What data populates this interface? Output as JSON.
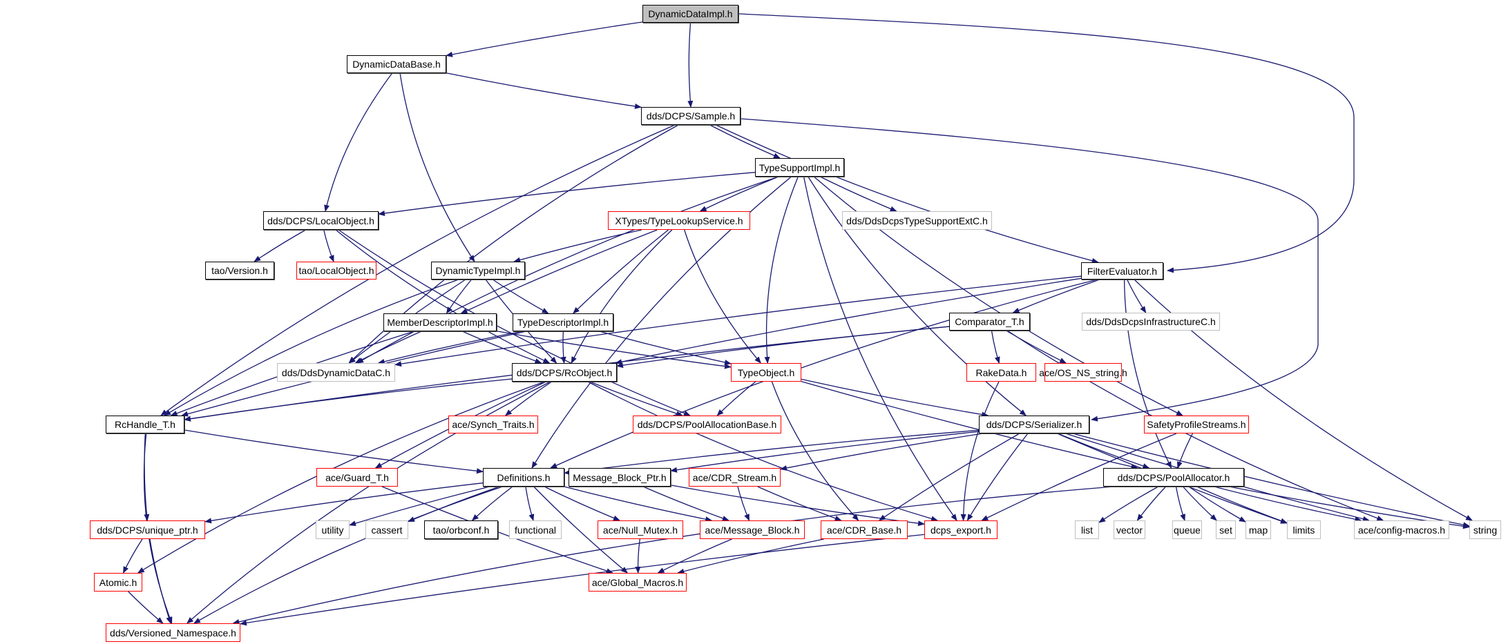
{
  "diagram": {
    "title": "DynamicDataImpl.h include dependency graph",
    "colors": {
      "edge": "#191970",
      "documented_border": "#000000",
      "undocumented_border": "#ff0000",
      "external_border": "#bfbfbf",
      "root_fill": "#bfbfbf"
    },
    "nodes": [
      {
        "id": "DynamicDataImpl",
        "label": "DynamicDataImpl.h",
        "kind": "root"
      },
      {
        "id": "DynamicDataBase",
        "label": "DynamicDataBase.h",
        "kind": "plain"
      },
      {
        "id": "Sample",
        "label": "dds/DCPS/Sample.h",
        "kind": "plain"
      },
      {
        "id": "TypeSupportImpl",
        "label": "TypeSupportImpl.h",
        "kind": "plain"
      },
      {
        "id": "LocalObject",
        "label": "dds/DCPS/LocalObject.h",
        "kind": "plain"
      },
      {
        "id": "TypeLookupService",
        "label": "XTypes/TypeLookupService.h",
        "kind": "red"
      },
      {
        "id": "TypeSupportExtC",
        "label": "dds/DdsDcpsTypeSupportExtC.h",
        "kind": "grey"
      },
      {
        "id": "TaoVersion",
        "label": "tao/Version.h",
        "kind": "plain"
      },
      {
        "id": "TaoLocalObject",
        "label": "tao/LocalObject.h",
        "kind": "red"
      },
      {
        "id": "DynamicTypeImpl",
        "label": "DynamicTypeImpl.h",
        "kind": "plain"
      },
      {
        "id": "FilterEvaluator",
        "label": "FilterEvaluator.h",
        "kind": "plain"
      },
      {
        "id": "MemberDescriptorImpl",
        "label": "MemberDescriptorImpl.h",
        "kind": "plain"
      },
      {
        "id": "TypeDescriptorImpl",
        "label": "TypeDescriptorImpl.h",
        "kind": "plain"
      },
      {
        "id": "ComparatorT",
        "label": "Comparator_T.h",
        "kind": "plain"
      },
      {
        "id": "InfrastructureC",
        "label": "dds/DdsDcpsInfrastructureC.h",
        "kind": "grey"
      },
      {
        "id": "DynamicDataC",
        "label": "dds/DdsDynamicDataC.h",
        "kind": "grey"
      },
      {
        "id": "RcObject",
        "label": "dds/DCPS/RcObject.h",
        "kind": "plain"
      },
      {
        "id": "TypeObject",
        "label": "TypeObject.h",
        "kind": "red"
      },
      {
        "id": "RakeData",
        "label": "RakeData.h",
        "kind": "red"
      },
      {
        "id": "OSNSString",
        "label": "ace/OS_NS_string.h",
        "kind": "red"
      },
      {
        "id": "RcHandleT",
        "label": "RcHandle_T.h",
        "kind": "plain"
      },
      {
        "id": "SynchTraits",
        "label": "ace/Synch_Traits.h",
        "kind": "red"
      },
      {
        "id": "PoolAllocationBase",
        "label": "dds/DCPS/PoolAllocationBase.h",
        "kind": "red"
      },
      {
        "id": "Serializer",
        "label": "dds/DCPS/Serializer.h",
        "kind": "plain"
      },
      {
        "id": "SafetyProfileStreams",
        "label": "SafetyProfileStreams.h",
        "kind": "red"
      },
      {
        "id": "GuardT",
        "label": "ace/Guard_T.h",
        "kind": "red"
      },
      {
        "id": "Definitions",
        "label": "Definitions.h",
        "kind": "plain"
      },
      {
        "id": "MessageBlockPtr",
        "label": "Message_Block_Ptr.h",
        "kind": "plain"
      },
      {
        "id": "CDRStream",
        "label": "ace/CDR_Stream.h",
        "kind": "red"
      },
      {
        "id": "PoolAllocator",
        "label": "dds/DCPS/PoolAllocator.h",
        "kind": "plain"
      },
      {
        "id": "UniquePtr",
        "label": "dds/DCPS/unique_ptr.h",
        "kind": "red"
      },
      {
        "id": "utility",
        "label": "utility",
        "kind": "grey"
      },
      {
        "id": "cassert",
        "label": "cassert",
        "kind": "grey"
      },
      {
        "id": "orbconf",
        "label": "tao/orbconf.h",
        "kind": "plain"
      },
      {
        "id": "functional",
        "label": "functional",
        "kind": "grey"
      },
      {
        "id": "NullMutex",
        "label": "ace/Null_Mutex.h",
        "kind": "red"
      },
      {
        "id": "MessageBlock",
        "label": "ace/Message_Block.h",
        "kind": "red"
      },
      {
        "id": "CDRBase",
        "label": "ace/CDR_Base.h",
        "kind": "red"
      },
      {
        "id": "dcpsExport",
        "label": "dcps_export.h",
        "kind": "red"
      },
      {
        "id": "list",
        "label": "list",
        "kind": "grey"
      },
      {
        "id": "vector",
        "label": "vector",
        "kind": "grey"
      },
      {
        "id": "queue",
        "label": "queue",
        "kind": "grey"
      },
      {
        "id": "set",
        "label": "set",
        "kind": "grey"
      },
      {
        "id": "map",
        "label": "map",
        "kind": "grey"
      },
      {
        "id": "limits",
        "label": "limits",
        "kind": "grey"
      },
      {
        "id": "configMacros",
        "label": "ace/config-macros.h",
        "kind": "grey"
      },
      {
        "id": "string",
        "label": "string",
        "kind": "grey"
      },
      {
        "id": "Atomic",
        "label": "Atomic.h",
        "kind": "red"
      },
      {
        "id": "GlobalMacros",
        "label": "ace/Global_Macros.h",
        "kind": "red"
      },
      {
        "id": "VersionedNamespace",
        "label": "dds/Versioned_Namespace.h",
        "kind": "red"
      }
    ],
    "edges": [
      [
        "DynamicDataImpl",
        "DynamicDataBase"
      ],
      [
        "DynamicDataImpl",
        "Sample"
      ],
      [
        "DynamicDataImpl",
        "FilterEvaluator"
      ],
      [
        "DynamicDataBase",
        "Sample"
      ],
      [
        "DynamicDataBase",
        "LocalObject"
      ],
      [
        "DynamicDataBase",
        "DynamicTypeImpl"
      ],
      [
        "Sample",
        "TypeSupportImpl"
      ],
      [
        "Sample",
        "RcHandleT"
      ],
      [
        "Sample",
        "DynamicDataC"
      ],
      [
        "Sample",
        "FilterEvaluator"
      ],
      [
        "Sample",
        "Serializer"
      ],
      [
        "TypeSupportImpl",
        "LocalObject"
      ],
      [
        "TypeSupportImpl",
        "TypeLookupService"
      ],
      [
        "TypeSupportImpl",
        "TypeSupportExtC"
      ],
      [
        "TypeSupportImpl",
        "DynamicDataC"
      ],
      [
        "TypeSupportImpl",
        "TypeObject"
      ],
      [
        "TypeSupportImpl",
        "Serializer"
      ],
      [
        "TypeSupportImpl",
        "Definitions"
      ],
      [
        "TypeSupportImpl",
        "dcpsExport"
      ],
      [
        "TypeSupportImpl",
        "SafetyProfileStreams"
      ],
      [
        "LocalObject",
        "TaoVersion"
      ],
      [
        "LocalObject",
        "TaoLocalObject"
      ],
      [
        "LocalObject",
        "RcObject"
      ],
      [
        "LocalObject",
        "PoolAllocationBase"
      ],
      [
        "TypeLookupService",
        "DynamicTypeImpl"
      ],
      [
        "TypeLookupService",
        "MemberDescriptorImpl"
      ],
      [
        "TypeLookupService",
        "TypeDescriptorImpl"
      ],
      [
        "TypeLookupService",
        "RcObject"
      ],
      [
        "TypeLookupService",
        "TypeObject"
      ],
      [
        "DynamicTypeImpl",
        "MemberDescriptorImpl"
      ],
      [
        "DynamicTypeImpl",
        "TypeDescriptorImpl"
      ],
      [
        "DynamicTypeImpl",
        "DynamicDataC"
      ],
      [
        "DynamicTypeImpl",
        "RcObject"
      ],
      [
        "DynamicTypeImpl",
        "RcHandleT"
      ],
      [
        "FilterEvaluator",
        "ComparatorT"
      ],
      [
        "FilterEvaluator",
        "InfrastructureC"
      ],
      [
        "FilterEvaluator",
        "DynamicDataC"
      ],
      [
        "FilterEvaluator",
        "RcObject"
      ],
      [
        "FilterEvaluator",
        "Definitions"
      ],
      [
        "FilterEvaluator",
        "PoolAllocator"
      ],
      [
        "FilterEvaluator",
        "string"
      ],
      [
        "MemberDescriptorImpl",
        "DynamicDataC"
      ],
      [
        "MemberDescriptorImpl",
        "RcObject"
      ],
      [
        "MemberDescriptorImpl",
        "TypeObject"
      ],
      [
        "MemberDescriptorImpl",
        "RcHandleT"
      ],
      [
        "TypeDescriptorImpl",
        "DynamicDataC"
      ],
      [
        "TypeDescriptorImpl",
        "RcObject"
      ],
      [
        "TypeDescriptorImpl",
        "TypeObject"
      ],
      [
        "TypeDescriptorImpl",
        "RcHandleT"
      ],
      [
        "ComparatorT",
        "RcObject"
      ],
      [
        "ComparatorT",
        "RcHandleT"
      ],
      [
        "ComparatorT",
        "RakeData"
      ],
      [
        "ComparatorT",
        "OSNSString"
      ],
      [
        "ComparatorT",
        "configMacros"
      ],
      [
        "RcObject",
        "RcHandleT"
      ],
      [
        "RcObject",
        "SynchTraits"
      ],
      [
        "RcObject",
        "PoolAllocationBase"
      ],
      [
        "RcObject",
        "GuardT"
      ],
      [
        "RcObject",
        "Atomic"
      ],
      [
        "RcObject",
        "dcpsExport"
      ],
      [
        "RcObject",
        "VersionedNamespace"
      ],
      [
        "TypeObject",
        "PoolAllocationBase"
      ],
      [
        "TypeObject",
        "Serializer"
      ],
      [
        "TypeObject",
        "CDRBase"
      ],
      [
        "TypeObject",
        "PoolAllocator"
      ],
      [
        "RakeData",
        "dcpsExport"
      ],
      [
        "RcHandleT",
        "Definitions"
      ],
      [
        "RcHandleT",
        "UniquePtr"
      ],
      [
        "RcHandleT",
        "VersionedNamespace"
      ],
      [
        "Serializer",
        "Definitions"
      ],
      [
        "Serializer",
        "MessageBlockPtr"
      ],
      [
        "Serializer",
        "CDRStream"
      ],
      [
        "Serializer",
        "PoolAllocator"
      ],
      [
        "Serializer",
        "CDRBase"
      ],
      [
        "Serializer",
        "dcpsExport"
      ],
      [
        "Serializer",
        "limits"
      ],
      [
        "Serializer",
        "configMacros"
      ],
      [
        "Serializer",
        "string"
      ],
      [
        "SafetyProfileStreams",
        "PoolAllocator"
      ],
      [
        "SafetyProfileStreams",
        "dcpsExport"
      ],
      [
        "GuardT",
        "GlobalMacros"
      ],
      [
        "Definitions",
        "UniquePtr"
      ],
      [
        "Definitions",
        "utility"
      ],
      [
        "Definitions",
        "cassert"
      ],
      [
        "Definitions",
        "orbconf"
      ],
      [
        "Definitions",
        "functional"
      ],
      [
        "Definitions",
        "NullMutex"
      ],
      [
        "Definitions",
        "MessageBlock"
      ],
      [
        "Definitions",
        "GlobalMacros"
      ],
      [
        "Definitions",
        "VersionedNamespace"
      ],
      [
        "MessageBlockPtr",
        "MessageBlock"
      ],
      [
        "MessageBlockPtr",
        "dcpsExport"
      ],
      [
        "CDRStream",
        "MessageBlock"
      ],
      [
        "CDRStream",
        "CDRBase"
      ],
      [
        "PoolAllocator",
        "list"
      ],
      [
        "PoolAllocator",
        "vector"
      ],
      [
        "PoolAllocator",
        "queue"
      ],
      [
        "PoolAllocator",
        "set"
      ],
      [
        "PoolAllocator",
        "map"
      ],
      [
        "PoolAllocator",
        "limits"
      ],
      [
        "PoolAllocator",
        "configMacros"
      ],
      [
        "PoolAllocator",
        "string"
      ],
      [
        "PoolAllocator",
        "VersionedNamespace"
      ],
      [
        "UniquePtr",
        "Atomic"
      ],
      [
        "UniquePtr",
        "VersionedNamespace"
      ],
      [
        "NullMutex",
        "GlobalMacros"
      ],
      [
        "MessageBlock",
        "GlobalMacros"
      ],
      [
        "CDRBase",
        "GlobalMacros"
      ],
      [
        "dcpsExport",
        "VersionedNamespace"
      ],
      [
        "Atomic",
        "VersionedNamespace"
      ]
    ]
  }
}
